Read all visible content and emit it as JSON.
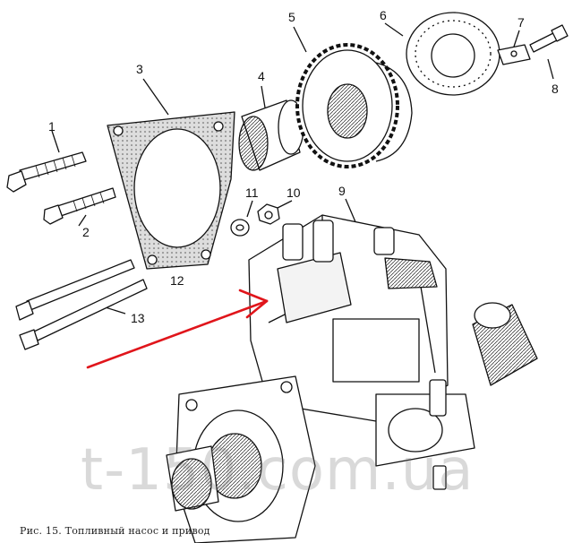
{
  "figure": {
    "caption": "Рис. 15. Топливный насос и привод",
    "watermark": "t-150.com.ua",
    "callouts": [
      {
        "id": "1",
        "text": "1"
      },
      {
        "id": "2",
        "text": "2"
      },
      {
        "id": "3",
        "text": "3"
      },
      {
        "id": "4",
        "text": "4"
      },
      {
        "id": "5",
        "text": "5"
      },
      {
        "id": "6",
        "text": "6"
      },
      {
        "id": "7",
        "text": "7"
      },
      {
        "id": "8",
        "text": "8"
      },
      {
        "id": "9",
        "text": "9"
      },
      {
        "id": "10",
        "text": "10"
      },
      {
        "id": "11",
        "text": "11"
      },
      {
        "id": "12",
        "text": "12"
      },
      {
        "id": "13",
        "text": "13"
      }
    ],
    "colors": {
      "ink": "#111111",
      "arrow": "#e0151b",
      "paper": "#ffffff"
    }
  }
}
